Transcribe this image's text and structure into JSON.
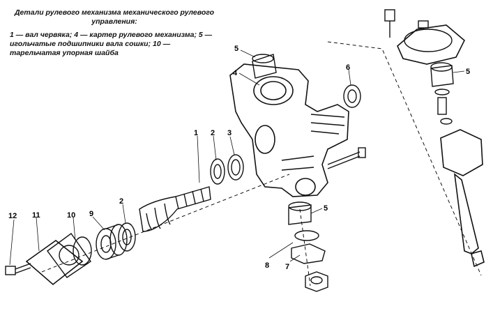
{
  "caption": {
    "title": "Детали рулевого механизма механического рулевого управления:",
    "legend": "1 — вал червяка; 4 — картер рулевого механизма; 5 — игольчатые подшипники вала сошки; 10 — тарельчатая упорная шайба"
  },
  "callouts": [
    "1",
    "2",
    "3",
    "4",
    "5",
    "5",
    "5",
    "6",
    "7",
    "8",
    "9",
    "10",
    "2",
    "11",
    "12"
  ],
  "colors": {
    "ink": "#111111",
    "paper": "#ffffff"
  }
}
